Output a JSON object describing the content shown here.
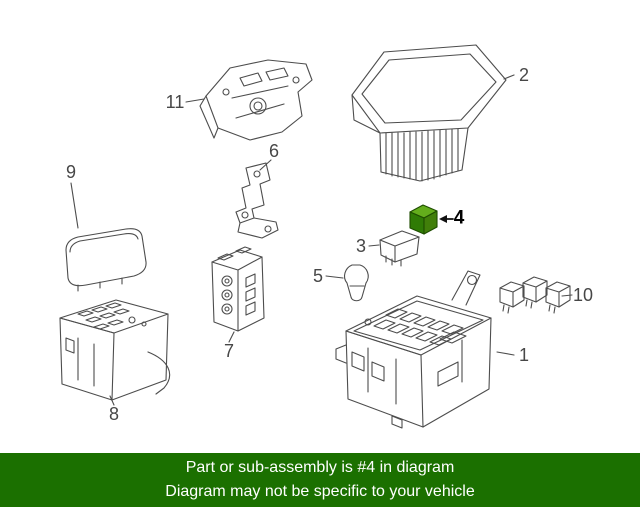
{
  "colors": {
    "banner_green": "#1b7000",
    "diagram_line": "#4d4d4d",
    "callout_text": "#474747",
    "highlight_top": "#63ad1c",
    "highlight_front": "#2f7b05",
    "highlight_side": "#417f0a",
    "highlight_stroke": "#1e4d00"
  },
  "diagram": {
    "highlighted_part": "4",
    "callouts": [
      {
        "id": "callout-1",
        "label": "1"
      },
      {
        "id": "callout-2",
        "label": "2"
      },
      {
        "id": "callout-3",
        "label": "3"
      },
      {
        "id": "callout-4",
        "label": "4",
        "highlighted": true
      },
      {
        "id": "callout-5",
        "label": "5"
      },
      {
        "id": "callout-6",
        "label": "6"
      },
      {
        "id": "callout-7",
        "label": "7"
      },
      {
        "id": "callout-8",
        "label": "8"
      },
      {
        "id": "callout-9",
        "label": "9"
      },
      {
        "id": "callout-10",
        "label": "10"
      },
      {
        "id": "callout-11",
        "label": "11"
      }
    ]
  },
  "banner": {
    "line1": "Part or sub-assembly is #4 in diagram",
    "line2": "Diagram may not be specific to your vehicle"
  }
}
